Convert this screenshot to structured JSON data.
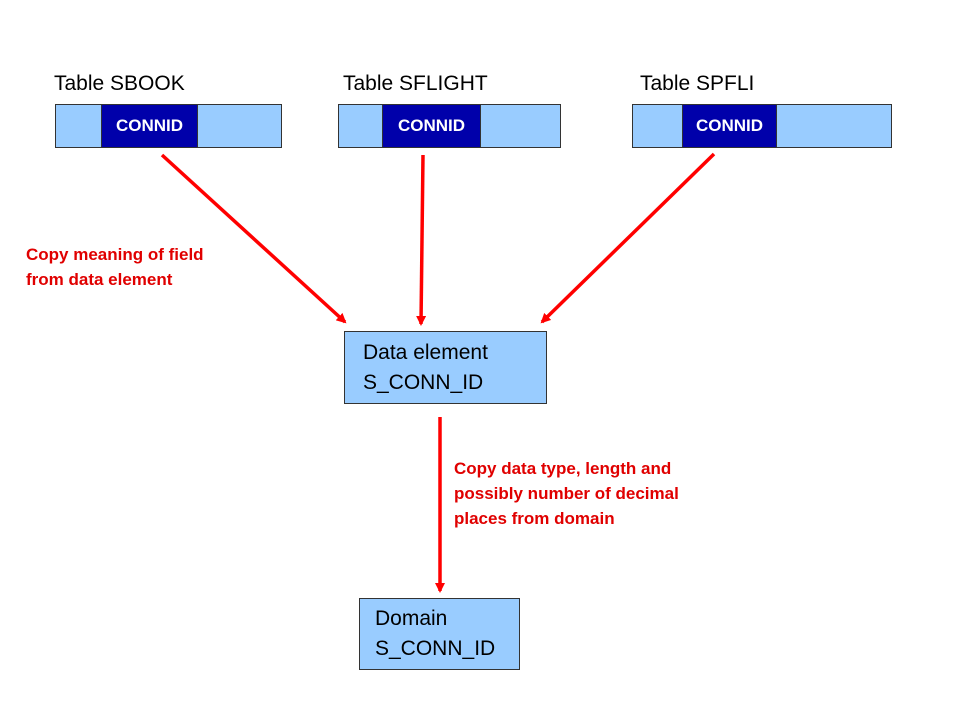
{
  "tables": [
    {
      "title": "Table SBOOK",
      "field": "CONNID"
    },
    {
      "title": "Table SFLIGHT",
      "field": "CONNID"
    },
    {
      "title": "Table SPFLI",
      "field": "CONNID"
    }
  ],
  "data_element": {
    "line1": "Data element",
    "line2": "S_CONN_ID"
  },
  "domain": {
    "line1": "Domain",
    "line2": "S_CONN_ID"
  },
  "annotations": {
    "meaning": [
      "Copy meaning of field",
      "from data element"
    ],
    "datatype": [
      "Copy data type, length and",
      "possibly number of decimal",
      "places from domain"
    ]
  },
  "colors": {
    "box_fill": "#99ccff",
    "field_fill": "#0000aa",
    "arrow": "#ff0000",
    "annotation_text": "#e00000"
  }
}
